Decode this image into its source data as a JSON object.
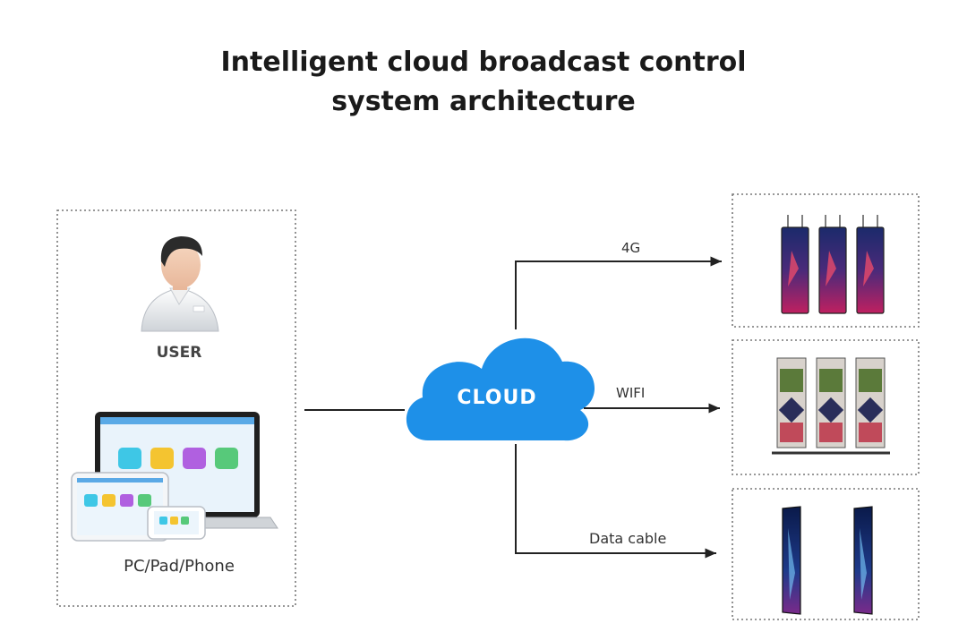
{
  "title": {
    "line1": "Intelligent cloud broadcast control",
    "line2": "system architecture"
  },
  "user_panel": {
    "user_label": "USER",
    "device_label": "PC/Pad/Phone"
  },
  "cloud": {
    "label": "CLOUD",
    "color": "#1e90e8"
  },
  "connections": {
    "top": "4G",
    "middle": "WIFI",
    "bottom": "Data cable"
  },
  "icons": {
    "user": "user-avatar-icon",
    "devices": "pc-pad-phone-icon",
    "hanging_screens": "hanging-led-poster-icon",
    "standing_screens": "standing-led-poster-icon",
    "slim_screens": "slim-poster-display-icon"
  },
  "colors": {
    "app_tiles": [
      "#3ec7e6",
      "#f4c430",
      "#b060e0",
      "#57c97a"
    ],
    "line": "#222222"
  }
}
